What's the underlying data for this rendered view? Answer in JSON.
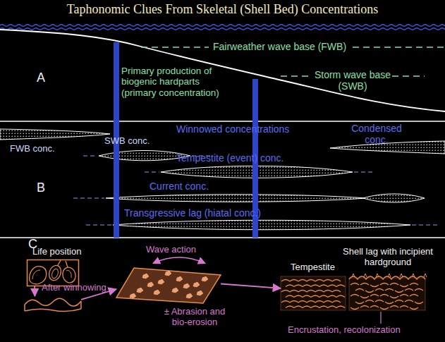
{
  "diagram": {
    "title": "Taphonomic Clues From Skeletal (Shell Bed) Concentrations",
    "nodes": [
      {
        "text": [
          "Life position"
        ]
      },
      {
        "text": [
          "After winnowing"
        ]
      },
      {
        "text": [
          "Wave action",
          "± Abrasion and bio-erosion"
        ]
      },
      {
        "text": [
          "Tempestite"
        ]
      },
      {
        "text": [
          "Shell lag with incipient hardground"
        ]
      }
    ],
    "edges": [
      {
        "from": 0,
        "to": 1,
        "arrow": "to"
      },
      {
        "from": 1,
        "to": 2,
        "arrow": "to"
      },
      {
        "from": 2,
        "to": 3,
        "arrow": "to"
      }
    ],
    "labels": [
      "A",
      "Fairweather wave base (FWB)",
      "Storm wave base (SWB)",
      "Primary production of biogenic hardparts (primary concentration)",
      "FWB conc.",
      "SWB conc.",
      "Winnowed concentrations",
      "Condensed conc.",
      "Tempestite (event) conc.",
      "B",
      "Current conc.",
      "Transgressive lag (hiatal conc.)",
      "C",
      "Encrustation, recolonization"
    ]
  }
}
